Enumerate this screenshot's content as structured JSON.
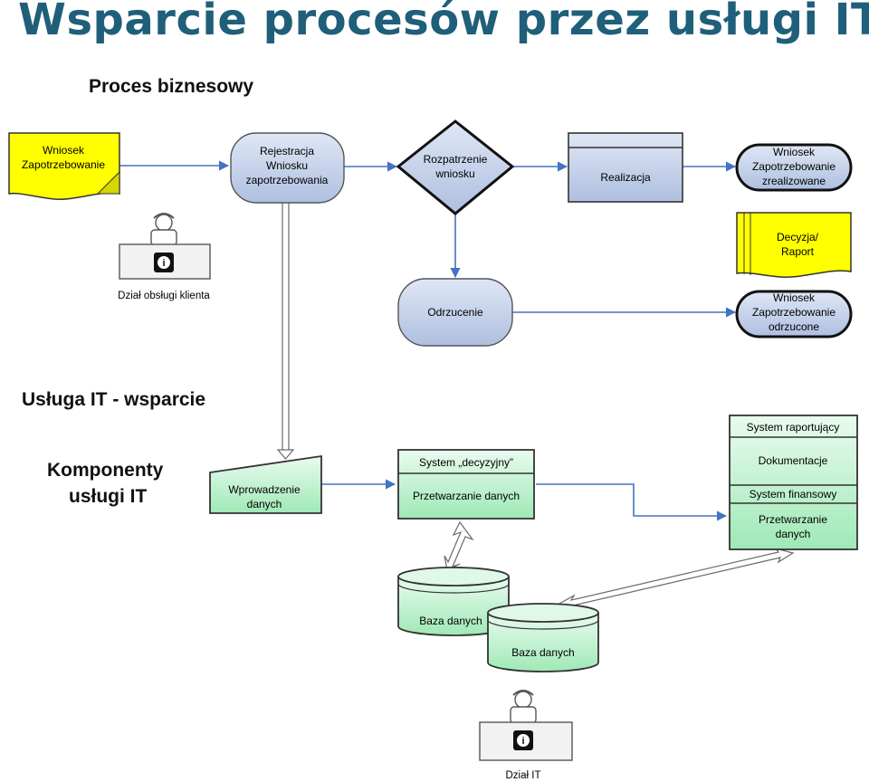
{
  "title": "Wsparcie  procesów  przez usługi IT",
  "headings": {
    "business_process": "Proces biznesowy",
    "it_service": "Usługa  IT - wsparcie",
    "components": [
      "Komponenty",
      "usługi IT"
    ]
  },
  "process": {
    "request_doc": [
      "Wniosek",
      "Zapotrzebowanie"
    ],
    "registration": [
      "Rejestracja",
      "Wniosku",
      "zapotrzebowania"
    ],
    "review": [
      "Rozpatrzenie",
      "wniosku"
    ],
    "realization": "Realizacja",
    "rejection": "Odrzucenie",
    "realized_end": [
      "Wniosek",
      "Zapotrzebowanie",
      "zrealizowane"
    ],
    "decision_doc": [
      "Decyzja/",
      "Raport"
    ],
    "rejected_end": [
      "Wniosek",
      "Zapotrzebowanie",
      "odrzucone"
    ],
    "customer_dept": "Dział obsługi klienta"
  },
  "components": {
    "data_entry": [
      "Wprowadzenie",
      "danych"
    ],
    "decision_system": {
      "title": "System „decyzyjny”",
      "body": "Przetwarzanie danych"
    },
    "stack": {
      "reporting": "System raportujący",
      "docs": "Dokumentacje",
      "finance": "System  finansowy",
      "processing": [
        "Przetwarzanie",
        "danych"
      ]
    },
    "db1": "Baza danych",
    "db2": "Baza danych",
    "it_dept": "Dział  IT"
  },
  "colors": {
    "title": "#1f5f7a",
    "yellow": "#ffff00",
    "blue_fill": "#c5d3ea",
    "green_fill": "#b9f1c9",
    "arrow": "#4472c4"
  }
}
